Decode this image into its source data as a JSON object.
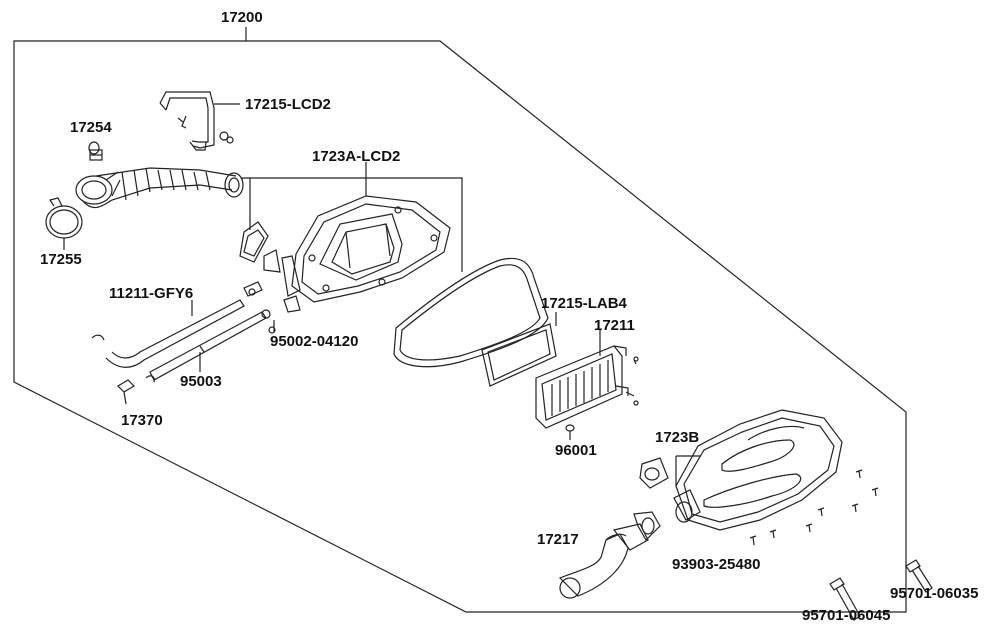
{
  "diagram": {
    "assembly_number": "17200",
    "labels": {
      "p17215_lcd2": "17215-LCD2",
      "p17254": "17254",
      "p1723a_lcd2": "1723A-LCD2",
      "p17255": "17255",
      "p11211_gfy6": "11211-GFY6",
      "p95002_04120": "95002-04120",
      "p95003": "95003",
      "p17370": "17370",
      "p17215_lab4": "17215-LAB4",
      "p17211": "17211",
      "p96001": "96001",
      "p1723b": "1723B",
      "p17217": "17217",
      "p93903_25480": "93903-25480",
      "p95701_06045": "95701-06045",
      "p95701_06035": "95701-06035"
    }
  }
}
